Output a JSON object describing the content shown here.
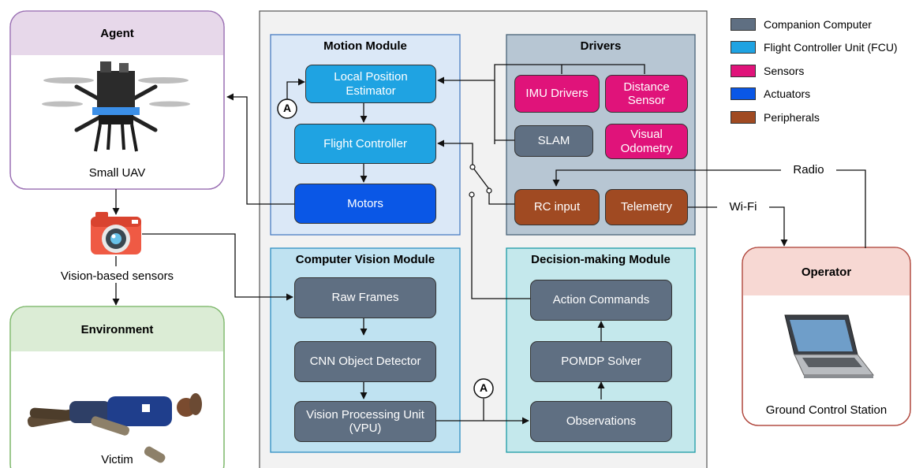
{
  "legend": [
    {
      "label": "Companion Computer",
      "color": "#5f6f82"
    },
    {
      "label": "Flight Controller Unit (FCU)",
      "color": "#1fa3e2"
    },
    {
      "label": "Sensors",
      "color": "#e0137a"
    },
    {
      "label": "Actuators",
      "color": "#0a57e6"
    },
    {
      "label": "Peripherals",
      "color": "#a04a22"
    }
  ],
  "agent": {
    "title": "Agent",
    "caption": "Small UAV"
  },
  "camera": {
    "caption": "Vision-based sensors"
  },
  "environment": {
    "title": "Environment",
    "caption": "Victim"
  },
  "operator": {
    "title": "Operator",
    "caption": "Ground Control Station"
  },
  "motion_module": {
    "title": "Motion Module",
    "local_position": "Local Position Estimator",
    "flight_controller": "Flight Controller",
    "motors": "Motors"
  },
  "drivers": {
    "title": "Drivers",
    "imu": "IMU Drivers",
    "distance": "Distance Sensor",
    "slam": "SLAM",
    "visual_odometry": "Visual Odometry",
    "rc_input": "RC input",
    "telemetry": "Telemetry"
  },
  "cv_module": {
    "title": "Computer Vision Module",
    "raw_frames": "Raw Frames",
    "cnn": "CNN Object Detector",
    "vpu": "Vision Processing Unit (VPU)"
  },
  "decision_module": {
    "title": "Decision-making Module",
    "action": "Action Commands",
    "pomdp": "POMDP Solver",
    "observations": "Observations"
  },
  "links": {
    "radio": "Radio",
    "wifi": "Wi-Fi",
    "connector": "A"
  }
}
